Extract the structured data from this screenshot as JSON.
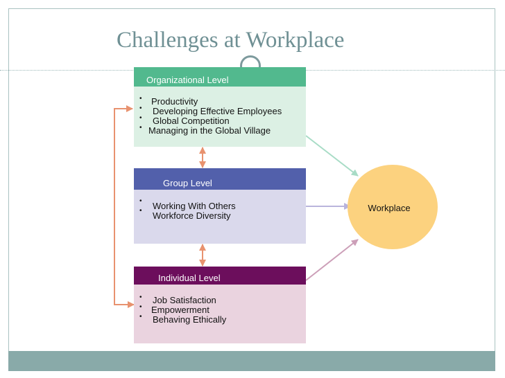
{
  "title": "Challenges at Workplace",
  "levels": {
    "organizational": {
      "label": "Organizational Level",
      "items": [
        "Productivity",
        "Developing Effective Employees",
        "Global Competition",
        "Managing in the Global Village"
      ]
    },
    "group": {
      "label": "Group Level",
      "items": [
        "Working With Others",
        "Workforce Diversity"
      ]
    },
    "individual": {
      "label": "Individual Level",
      "items": [
        "Job Satisfaction",
        "Empowerment",
        "Behaving Ethically"
      ]
    }
  },
  "workplace": {
    "label": "Workplace"
  },
  "colors": {
    "title": "#6f9094",
    "organizational_header": "#52b98e",
    "organizational_body": "#dcf0e4",
    "group_header": "#5260ab",
    "group_body": "#dad9ec",
    "individual_header": "#6c0e5c",
    "individual_body": "#ead3df",
    "workplace_circle": "#fcd27f",
    "feedback_arrow": "#e8926f",
    "footer_bar": "#89aaa9"
  }
}
